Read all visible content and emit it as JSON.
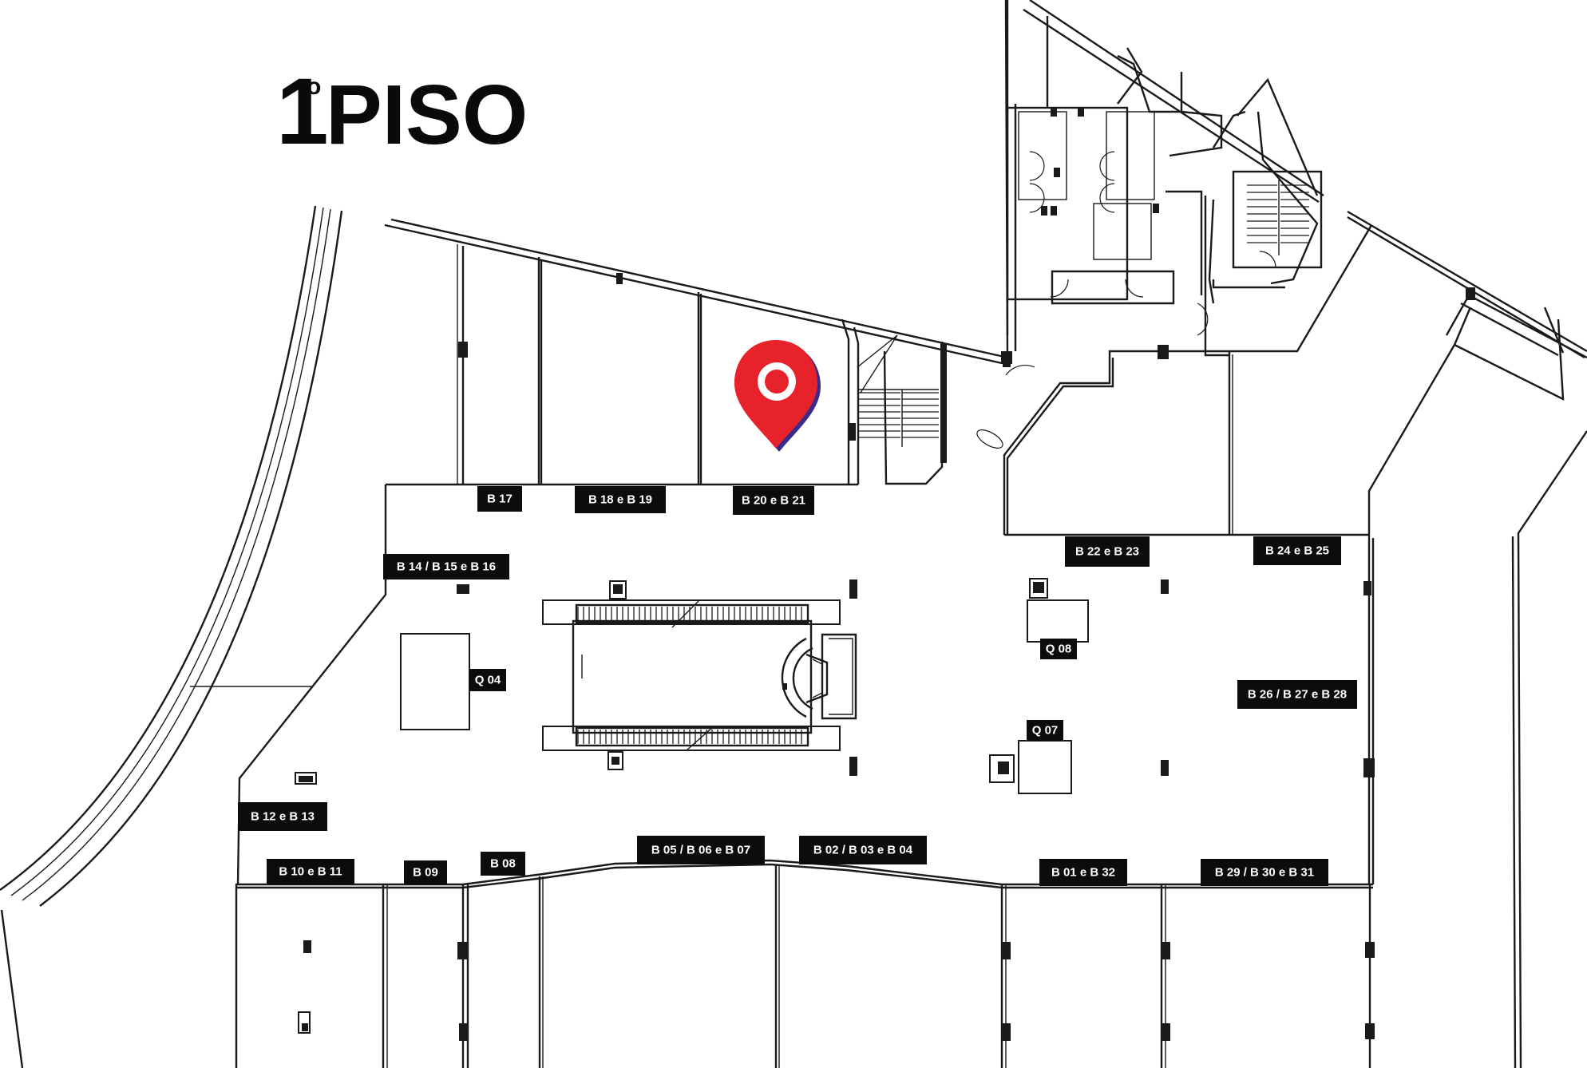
{
  "floor": {
    "title_number": "1",
    "title_ordinal": "o",
    "title_word": "PISO"
  },
  "colors": {
    "wall": "#1a1a1a",
    "label_bg": "#0c0c0c",
    "label_text": "#ffffff",
    "marker": "#e8222a",
    "marker_shadow": "#3a2a8a"
  },
  "marker": {
    "icon": "location-pin-icon",
    "store": "B 20 e B 21"
  },
  "store_labels": [
    "B 17",
    "B 18 e B 19",
    "B 20 e B 21",
    "B 14 / B 15 e B 16",
    "B 22 e B 23",
    "B 24 e B 25",
    "B 26 / B 27 e B 28",
    "B 12 e B 13",
    "B 10 e B 11",
    "B 09",
    "B 08",
    "B 05 / B 06 e B 07",
    "B 02 / B 03 e B 04",
    "B 01 e B 32",
    "B 29 / B 30 e B 31"
  ],
  "kiosk_labels": [
    "Q 04",
    "Q 08",
    "Q 07"
  ]
}
